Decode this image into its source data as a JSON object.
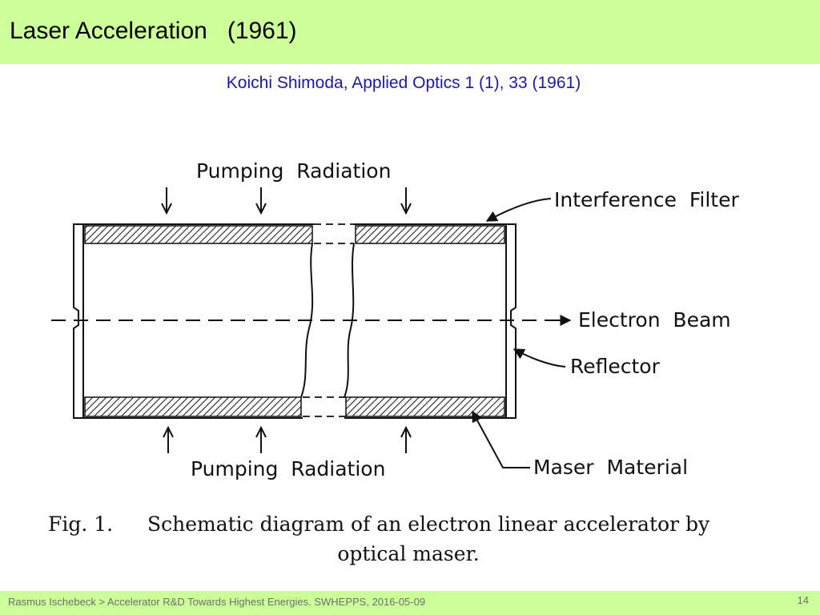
{
  "slide": {
    "title": "Laser Acceleration   (1961)",
    "citation": "Koichi Shimoda, Applied Optics 1 (1), 33 (1961)"
  },
  "figure": {
    "labels": {
      "pumping_top": "Pumping  Radiation",
      "interference_filter": "Interference  Filter",
      "electron_beam": "Electron  Beam",
      "reflector": "Reflector",
      "pumping_bottom": "Pumping  Radiation",
      "maser_material": "Maser  Material"
    },
    "caption": {
      "fig_label": "Fig. 1.",
      "line1": "Schematic diagram of an electron linear accelerator by",
      "line2": "optical maser."
    }
  },
  "footer": {
    "text": "Rasmus Ischebeck > Accelerator R&D Towards Highest Energies. SWHEPPS, 2016-05-09",
    "page": "14"
  },
  "colors": {
    "title_bar": "#ccff99",
    "citation": "#1a1aa6",
    "footer_text": "#6e6e6e"
  }
}
